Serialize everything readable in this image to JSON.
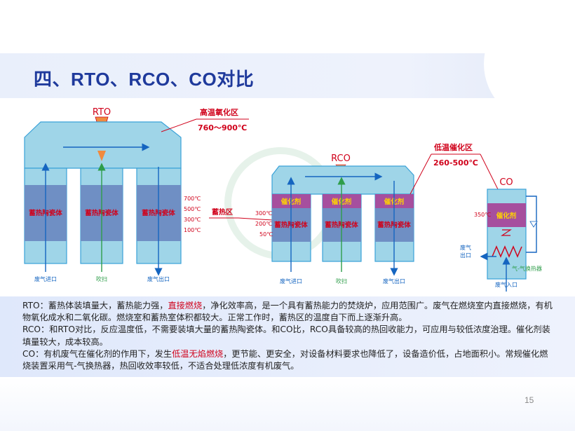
{
  "slide": {
    "title": "四、RTO、RCO、CO对比",
    "page_number": "15"
  },
  "diagram": {
    "rto": {
      "name": "RTO",
      "zone_label": "高温氧化区",
      "zone_temp": "760～900℃",
      "bed_label": "蓄热陶瓷体",
      "temps": [
        "700℃",
        "500℃",
        "300℃",
        "100℃"
      ],
      "ports": [
        "废气进口",
        "吹扫",
        "废气出口"
      ],
      "heat_storage_label": "蓄热区"
    },
    "rco": {
      "name": "RCO",
      "zone_label": "低温催化区",
      "zone_temp": "260-500℃",
      "catalyst_label": "催化剂",
      "bed_label": "蓄热陶瓷体",
      "temps": [
        "300℃",
        "200℃",
        "50℃"
      ],
      "ports": [
        "废气进口",
        "吹扫",
        "废气出口"
      ]
    },
    "co": {
      "name": "CO",
      "temp": "350℃",
      "catalyst_label": "催化剂",
      "outlet_label_1": "废气",
      "outlet_label_2": "出口",
      "exchanger_label": "气-气换热器",
      "inlet_label": "废气入口"
    }
  },
  "description": {
    "rto_prefix": "RTO：蓄热体装填量大，蓄热能力强，",
    "rto_highlight": "直接燃烧",
    "rto_suffix": "，净化效率高，是一个具有蓄热能力的焚烧炉，应用范围广。废气在燃烧室内直接燃烧，有机物氧化成水和二氧化碳。燃烧室和蓄热室体积都较大。正常工作时，蓄热区的温度自下而上逐渐升高。",
    "rco_text": "RCO：和RTO对比，反应温度低，不需要装填大量的蓄热陶瓷体。和CO比，RCO具备较高的热回收能力，可应用与较低浓度治理。催化剂装填量较大，成本较高。",
    "co_prefix": "CO：有机废气在催化剂的作用下，发生",
    "co_highlight": "低温无焰燃烧",
    "co_suffix": "，更节能、更安全，对设备材料要求也降低了，设备造价低，占地面积小。常规催化燃烧装置采用气-气换热器，热回收效率较低，不适合处理低浓度有机废气。"
  },
  "colors": {
    "title": "#1f3a9c",
    "chamber": "#9fd5e8",
    "chamber_border": "#3aa2d8",
    "ceramic": "#6f8fc4",
    "catalyst": "#a64f9e",
    "label_red": "#d0021b",
    "flow_blue": "#1565c0",
    "flow_green": "#2e9d4a",
    "flame": "#f08a3e"
  }
}
